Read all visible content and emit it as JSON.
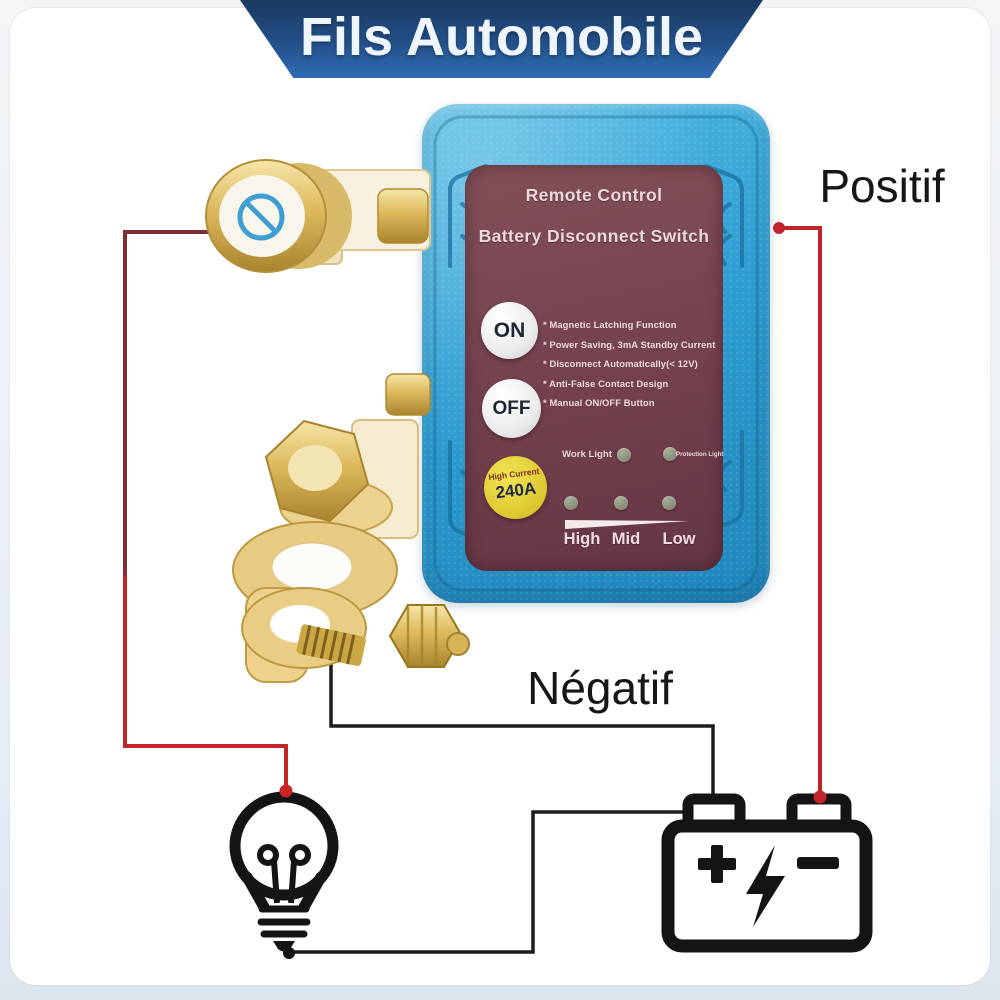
{
  "banner": {
    "title": "Fils Automobile"
  },
  "wiring": {
    "positive_label": "Positif",
    "negative_label": "Négatif",
    "positive_wire_color": "#c2262b",
    "positive_wire_dark_color": "#7d2e37",
    "negative_wire_color": "#1c1c1c"
  },
  "device": {
    "title_line1": "Remote Control",
    "title_line2": "Battery Disconnect Switch",
    "on_label": "ON",
    "off_label": "OFF",
    "features": [
      "* Magnetic Latching Function",
      "* Power Saving, 3mA Standby Current",
      "* Disconnect Automatically(< 12V)",
      "* Anti-False Contact Design",
      "* Manual ON/OFF Button"
    ],
    "badge": {
      "line1": "High Current",
      "line2": "240A",
      "color": "#ddc72f"
    },
    "indicators": {
      "work_light": "Work Light",
      "protection_light": "Protection Light",
      "levels": [
        "High",
        "Mid",
        "Low"
      ]
    },
    "case_color": "#2f9ed2",
    "label_color": "#72414d",
    "screw_icon_color": "#3f9fd2"
  },
  "icons": {
    "bulb": "light-bulb-icon",
    "battery": "car-battery-icon",
    "battery_plus": "plus-icon",
    "battery_minus": "minus-icon",
    "battery_bolt": "lightning-icon",
    "terminal_screw": "screw-cap-icon"
  }
}
